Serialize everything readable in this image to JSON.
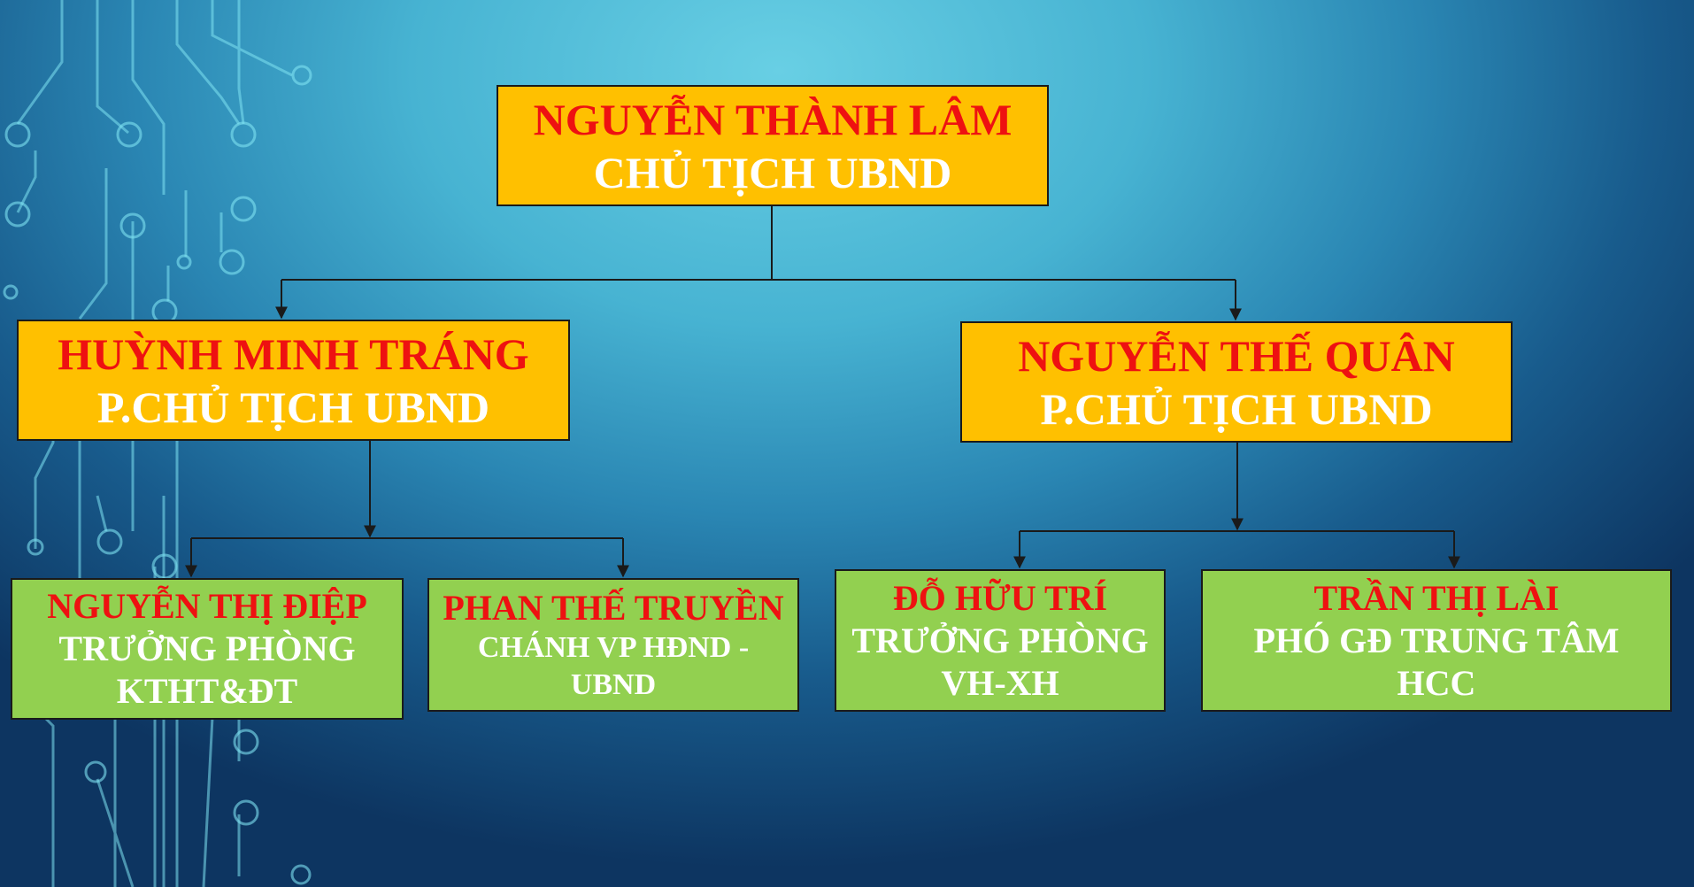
{
  "colors": {
    "gold_box": "#ffc000",
    "green_box": "#92d050",
    "name_text": "#ee1111",
    "role_text": "#ffffff",
    "connector": "#1a1a1a",
    "circuit": "#7fe3f2"
  },
  "chart": {
    "root": {
      "name": "NGUYỄN THÀNH LÂM",
      "role": "CHỦ TỊCH UBND"
    },
    "left": {
      "name": "HUỲNH MINH TRÁNG",
      "role": "P.CHỦ TỊCH UBND"
    },
    "right": {
      "name": "NGUYỄN THẾ QUÂN",
      "role": "P.CHỦ TỊCH UBND"
    },
    "leaf1": {
      "name": "NGUYỄN THỊ ĐIỆP",
      "role": "TRƯỞNG PHÒNG KTHT&ĐT"
    },
    "leaf2": {
      "name": "PHAN THẾ TRUYỀN",
      "role": "CHÁNH VP HĐND - UBND"
    },
    "leaf3": {
      "name": "ĐỖ HỮU TRÍ",
      "role": "TRƯỞNG PHÒNG VH-XH"
    },
    "leaf4": {
      "name": "TRẦN THỊ LÀI",
      "role": "PHÓ GĐ TRUNG TÂM HCC"
    }
  }
}
